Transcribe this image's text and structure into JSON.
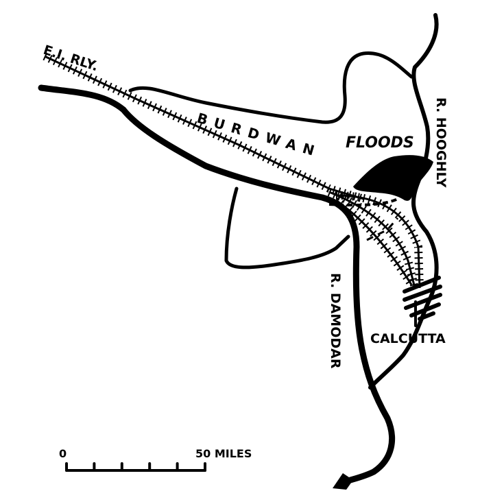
{
  "map": {
    "labels": {
      "railway": "E.I. RLY.",
      "region": "BURDWAN",
      "floods": "FLOODS",
      "river_hooghly": "R. HOOGHLY",
      "river_damodar": "R. DAMODAR",
      "city": "CALCUTTA"
    },
    "scale": {
      "start": "0",
      "end": "50 MILES",
      "divisions": 5
    },
    "colors": {
      "ink": "#000000",
      "paper": "#ffffff"
    }
  }
}
